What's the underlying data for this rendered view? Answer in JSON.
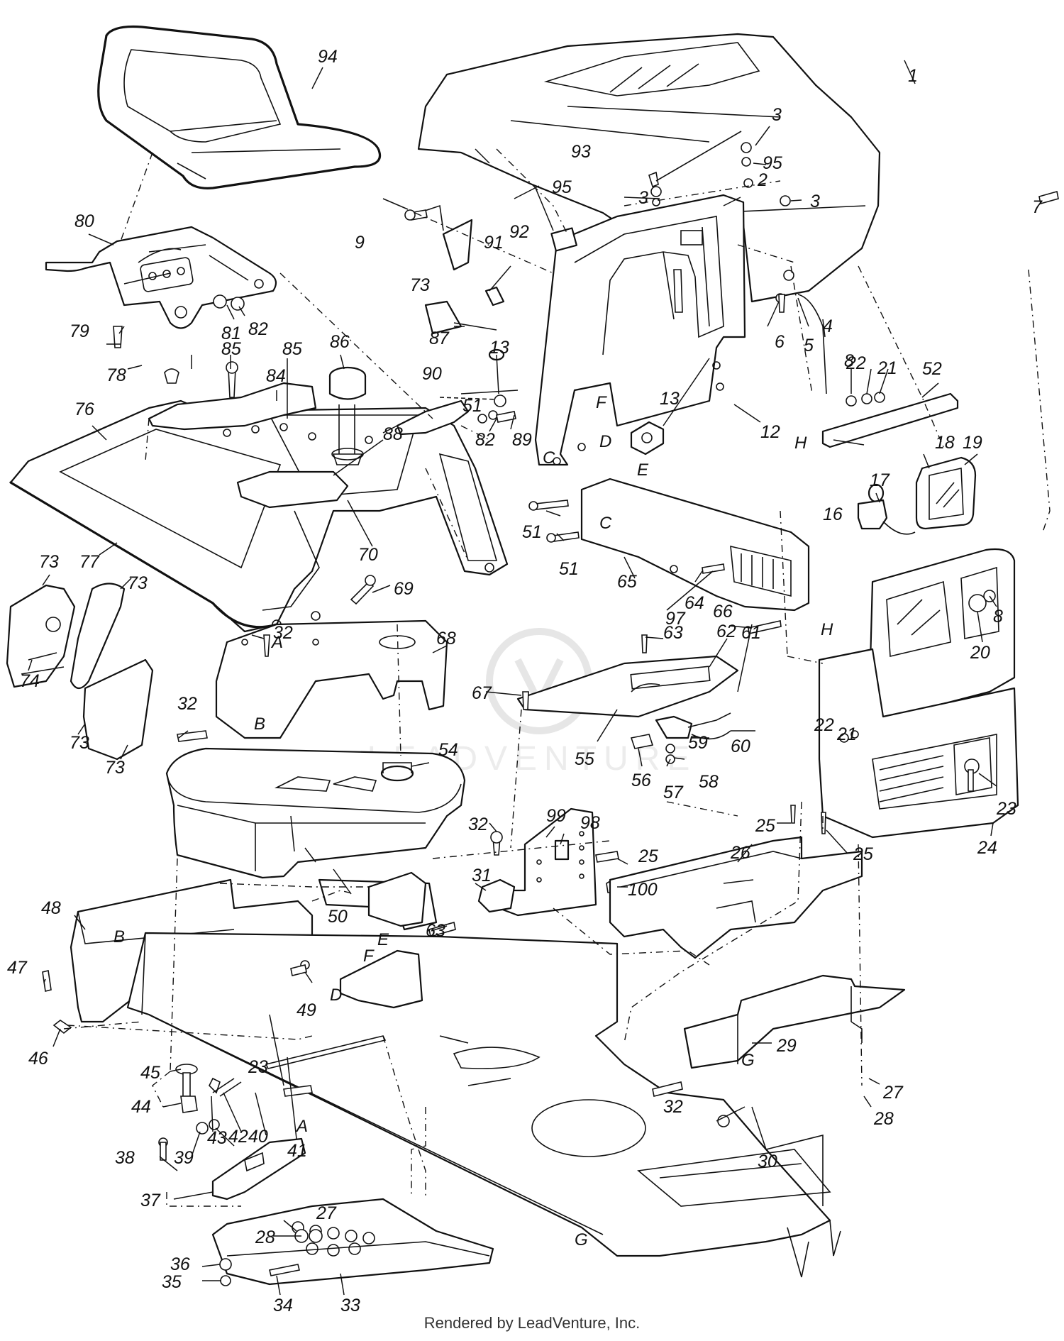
{
  "watermark": {
    "text": "LEADVENTURE"
  },
  "footer": {
    "text": "Rendered by LeadVenture, Inc."
  },
  "callouts": [
    {
      "id": "c1",
      "text": "1"
    },
    {
      "id": "c2",
      "text": "2"
    },
    {
      "id": "c3a",
      "text": "3"
    },
    {
      "id": "c3b",
      "text": "3"
    },
    {
      "id": "c3c",
      "text": "3"
    },
    {
      "id": "c4",
      "text": "4"
    },
    {
      "id": "c5",
      "text": "5"
    },
    {
      "id": "c6",
      "text": "6"
    },
    {
      "id": "c7",
      "text": "7"
    },
    {
      "id": "c8a",
      "text": "8"
    },
    {
      "id": "c8b",
      "text": "8"
    },
    {
      "id": "c9",
      "text": "9"
    },
    {
      "id": "c12",
      "text": "12"
    },
    {
      "id": "c13a",
      "text": "13"
    },
    {
      "id": "c13b",
      "text": "13"
    },
    {
      "id": "c16",
      "text": "16"
    },
    {
      "id": "c17",
      "text": "17"
    },
    {
      "id": "c18",
      "text": "18"
    },
    {
      "id": "c19",
      "text": "19"
    },
    {
      "id": "c20",
      "text": "20"
    },
    {
      "id": "c21a",
      "text": "21"
    },
    {
      "id": "c21b",
      "text": "21"
    },
    {
      "id": "c22a",
      "text": "22"
    },
    {
      "id": "c22b",
      "text": "22"
    },
    {
      "id": "c23a",
      "text": "23"
    },
    {
      "id": "c23b",
      "text": "23"
    },
    {
      "id": "c24",
      "text": "24"
    },
    {
      "id": "c25a",
      "text": "25"
    },
    {
      "id": "c25b",
      "text": "25"
    },
    {
      "id": "c25c",
      "text": "25"
    },
    {
      "id": "c26",
      "text": "26"
    },
    {
      "id": "c27a",
      "text": "27"
    },
    {
      "id": "c27b",
      "text": "27"
    },
    {
      "id": "c28a",
      "text": "28"
    },
    {
      "id": "c28b",
      "text": "28"
    },
    {
      "id": "c29",
      "text": "29"
    },
    {
      "id": "c30",
      "text": "30"
    },
    {
      "id": "c31",
      "text": "31"
    },
    {
      "id": "c32a",
      "text": "32"
    },
    {
      "id": "c32b",
      "text": "32"
    },
    {
      "id": "c32c",
      "text": "32"
    },
    {
      "id": "c32d",
      "text": "32"
    },
    {
      "id": "c33",
      "text": "33"
    },
    {
      "id": "c34",
      "text": "34"
    },
    {
      "id": "c35",
      "text": "35"
    },
    {
      "id": "c36",
      "text": "36"
    },
    {
      "id": "c37",
      "text": "37"
    },
    {
      "id": "c38",
      "text": "38"
    },
    {
      "id": "c39",
      "text": "39"
    },
    {
      "id": "c40",
      "text": "40"
    },
    {
      "id": "c41",
      "text": "41"
    },
    {
      "id": "c42",
      "text": "42"
    },
    {
      "id": "c43",
      "text": "43"
    },
    {
      "id": "c44",
      "text": "44"
    },
    {
      "id": "c45",
      "text": "45"
    },
    {
      "id": "c46",
      "text": "46"
    },
    {
      "id": "c47",
      "text": "47"
    },
    {
      "id": "c48",
      "text": "48"
    },
    {
      "id": "c49",
      "text": "49"
    },
    {
      "id": "c50",
      "text": "50"
    },
    {
      "id": "c51a",
      "text": "51"
    },
    {
      "id": "c51b",
      "text": "51"
    },
    {
      "id": "c51c",
      "text": "51"
    },
    {
      "id": "c52",
      "text": "52"
    },
    {
      "id": "c54",
      "text": "54"
    },
    {
      "id": "c55",
      "text": "55"
    },
    {
      "id": "c56",
      "text": "56"
    },
    {
      "id": "c57",
      "text": "57"
    },
    {
      "id": "c58",
      "text": "58"
    },
    {
      "id": "c59",
      "text": "59"
    },
    {
      "id": "c60",
      "text": "60"
    },
    {
      "id": "c61",
      "text": "61"
    },
    {
      "id": "c62",
      "text": "62"
    },
    {
      "id": "c63a",
      "text": "63"
    },
    {
      "id": "c63b",
      "text": "63"
    },
    {
      "id": "c64",
      "text": "64"
    },
    {
      "id": "c65",
      "text": "65"
    },
    {
      "id": "c66",
      "text": "66"
    },
    {
      "id": "c67",
      "text": "67"
    },
    {
      "id": "c68",
      "text": "68"
    },
    {
      "id": "c69",
      "text": "69"
    },
    {
      "id": "c70",
      "text": "70"
    },
    {
      "id": "c73a",
      "text": "73"
    },
    {
      "id": "c73b",
      "text": "73"
    },
    {
      "id": "c73c",
      "text": "73"
    },
    {
      "id": "c73d",
      "text": "73"
    },
    {
      "id": "c73e",
      "text": "73"
    },
    {
      "id": "c74",
      "text": "74"
    },
    {
      "id": "c76",
      "text": "76"
    },
    {
      "id": "c77",
      "text": "77"
    },
    {
      "id": "c78",
      "text": "78"
    },
    {
      "id": "c79",
      "text": "79"
    },
    {
      "id": "c80",
      "text": "80"
    },
    {
      "id": "c81",
      "text": "81"
    },
    {
      "id": "c82a",
      "text": "82"
    },
    {
      "id": "c82b",
      "text": "82"
    },
    {
      "id": "c84",
      "text": "84"
    },
    {
      "id": "c85a",
      "text": "85"
    },
    {
      "id": "c85b",
      "text": "85"
    },
    {
      "id": "c86",
      "text": "86"
    },
    {
      "id": "c87",
      "text": "87"
    },
    {
      "id": "c88",
      "text": "88"
    },
    {
      "id": "c89",
      "text": "89"
    },
    {
      "id": "c90",
      "text": "90"
    },
    {
      "id": "c91",
      "text": "91"
    },
    {
      "id": "c92",
      "text": "92"
    },
    {
      "id": "c93",
      "text": "93"
    },
    {
      "id": "c94",
      "text": "94"
    },
    {
      "id": "c95a",
      "text": "95"
    },
    {
      "id": "c95b",
      "text": "95"
    },
    {
      "id": "c97",
      "text": "97"
    },
    {
      "id": "c98",
      "text": "98"
    },
    {
      "id": "c99",
      "text": "99"
    },
    {
      "id": "c100",
      "text": "100"
    }
  ],
  "letters": [
    {
      "id": "lA1",
      "text": "A"
    },
    {
      "id": "lA2",
      "text": "A"
    },
    {
      "id": "lB1",
      "text": "B"
    },
    {
      "id": "lB2",
      "text": "B"
    },
    {
      "id": "lC1",
      "text": "C"
    },
    {
      "id": "lC2",
      "text": "C"
    },
    {
      "id": "lD1",
      "text": "D"
    },
    {
      "id": "lD2",
      "text": "D"
    },
    {
      "id": "lE1",
      "text": "E"
    },
    {
      "id": "lE2",
      "text": "E"
    },
    {
      "id": "lF1",
      "text": "F"
    },
    {
      "id": "lF2",
      "text": "F"
    },
    {
      "id": "lG1",
      "text": "G"
    },
    {
      "id": "lG2",
      "text": "G"
    },
    {
      "id": "lH1",
      "text": "H"
    },
    {
      "id": "lH2",
      "text": "H"
    }
  ]
}
